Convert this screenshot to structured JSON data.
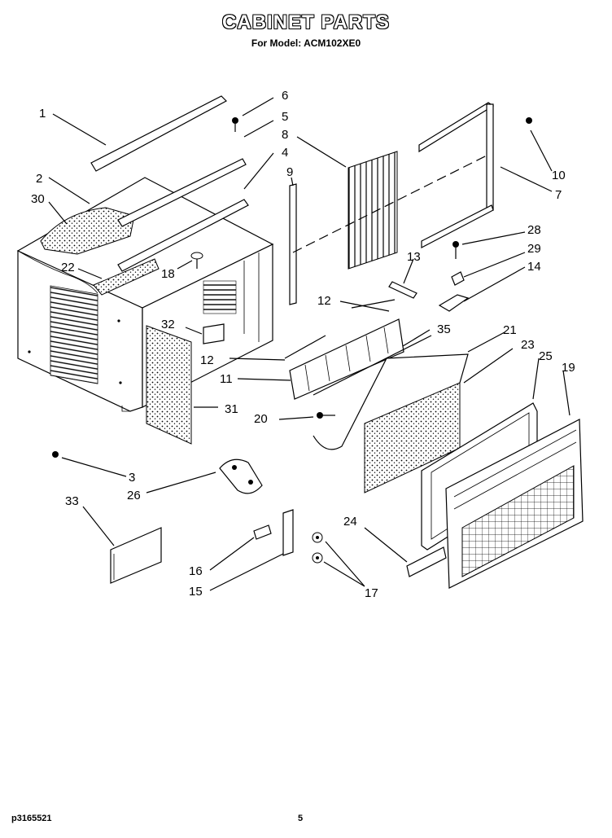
{
  "title": "CABINET PARTS",
  "subtitle": "For Model: ACM102XE0",
  "footer": {
    "code": "p3165521",
    "page": "5"
  },
  "callouts": {
    "c1": "1",
    "c2": "2",
    "c3": "3",
    "c4": "4",
    "c5": "5",
    "c6": "6",
    "c7": "7",
    "c8": "8",
    "c9": "9",
    "c10": "10",
    "c11": "11",
    "c12a": "12",
    "c12b": "12",
    "c13": "13",
    "c14": "14",
    "c15": "15",
    "c16": "16",
    "c17": "17",
    "c18": "18",
    "c19": "19",
    "c20": "20",
    "c21": "21",
    "c22": "22",
    "c23": "23",
    "c24": "24",
    "c25": "25",
    "c26": "26",
    "c28": "28",
    "c29": "29",
    "c30": "30",
    "c31": "31",
    "c32": "32",
    "c33": "33",
    "c35": "35"
  }
}
